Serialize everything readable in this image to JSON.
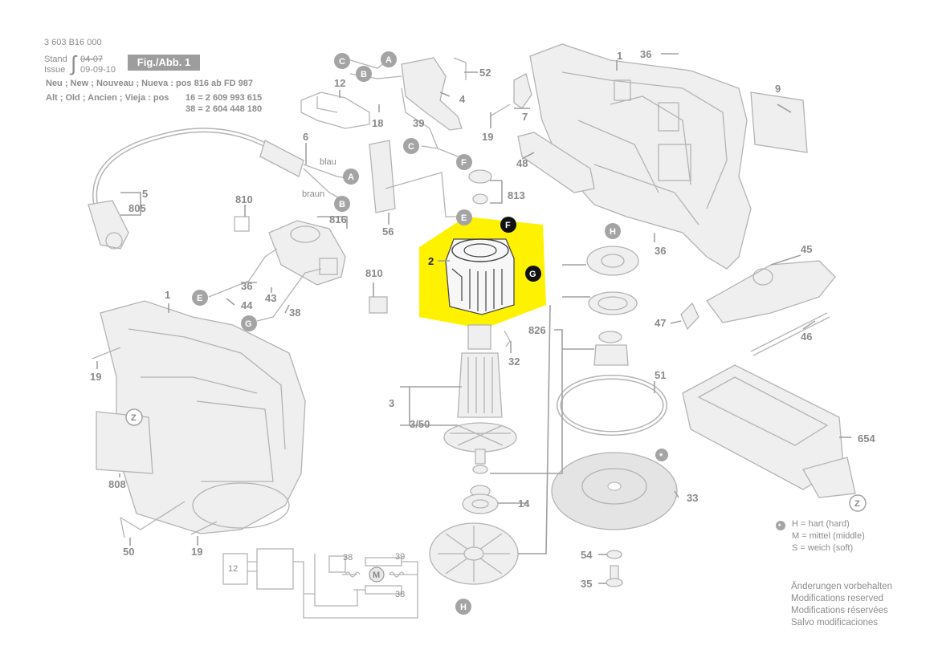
{
  "header": {
    "drawing_no": "3 603 B16 000",
    "stand_label": "Stand",
    "issue_label": "Issue",
    "old_date": "04-07",
    "new_date": "09-09-10",
    "fig_label": "Fig./Abb. 1",
    "new_line": "Neu ; New ; Nouveau ; Nueva : pos 816 ab FD 987",
    "old_line": "Alt ; Old ; Ancien ; Vieja : pos",
    "old_pos_1": "16 = 2 609 993 615",
    "old_pos_2": "38 = 2 604 448 180"
  },
  "wire_labels": {
    "blue": "blau",
    "brown": "braun"
  },
  "part_numbers": {
    "p1_top": "1",
    "p36_top": "36",
    "p52": "52",
    "p4": "4",
    "p12_top": "12",
    "p18": "18",
    "p39_top": "39",
    "p7": "7",
    "p19_top": "19",
    "p48": "48",
    "p9": "9",
    "p6": "6",
    "p5": "5",
    "p805": "805",
    "p810_top": "810",
    "p816": "816",
    "p56": "56",
    "p813": "813",
    "p36_right": "36",
    "p45": "45",
    "p2": "2",
    "p810_mid": "810",
    "p36_mid": "36",
    "p43": "43",
    "p44": "44",
    "p38_mid": "38",
    "p1_left": "1",
    "p19_left": "19",
    "p32": "32",
    "p826": "826",
    "p47": "47",
    "p46": "46",
    "p3": "3",
    "p350": "3/50",
    "p51": "51",
    "p654": "654",
    "p808": "808",
    "p33": "33",
    "p14": "14",
    "p50": "50",
    "p19_bot": "19",
    "p54": "54",
    "p35": "35",
    "p12_bot": "12",
    "p38_bot1": "38",
    "p39_bot": "39",
    "p38_bot2": "38"
  },
  "callouts": {
    "A": "A",
    "B": "B",
    "C": "C",
    "E": "E",
    "F": "F",
    "G": "G",
    "H": "H",
    "Z": "Z",
    "M": "M",
    "star": "*"
  },
  "legend": {
    "hard": "H = hart (hard)",
    "middle": "M = mittel (middle)",
    "soft": "S = weich (soft)"
  },
  "notes": [
    "Änderungen vorbehalten",
    "Modifications reserved",
    "Modifications réservées",
    "Salvo modificaciones"
  ],
  "colors": {
    "highlight": "#FFF200",
    "label_gray": "#8A8A8A",
    "callout_gray": "#A4A4A4"
  }
}
